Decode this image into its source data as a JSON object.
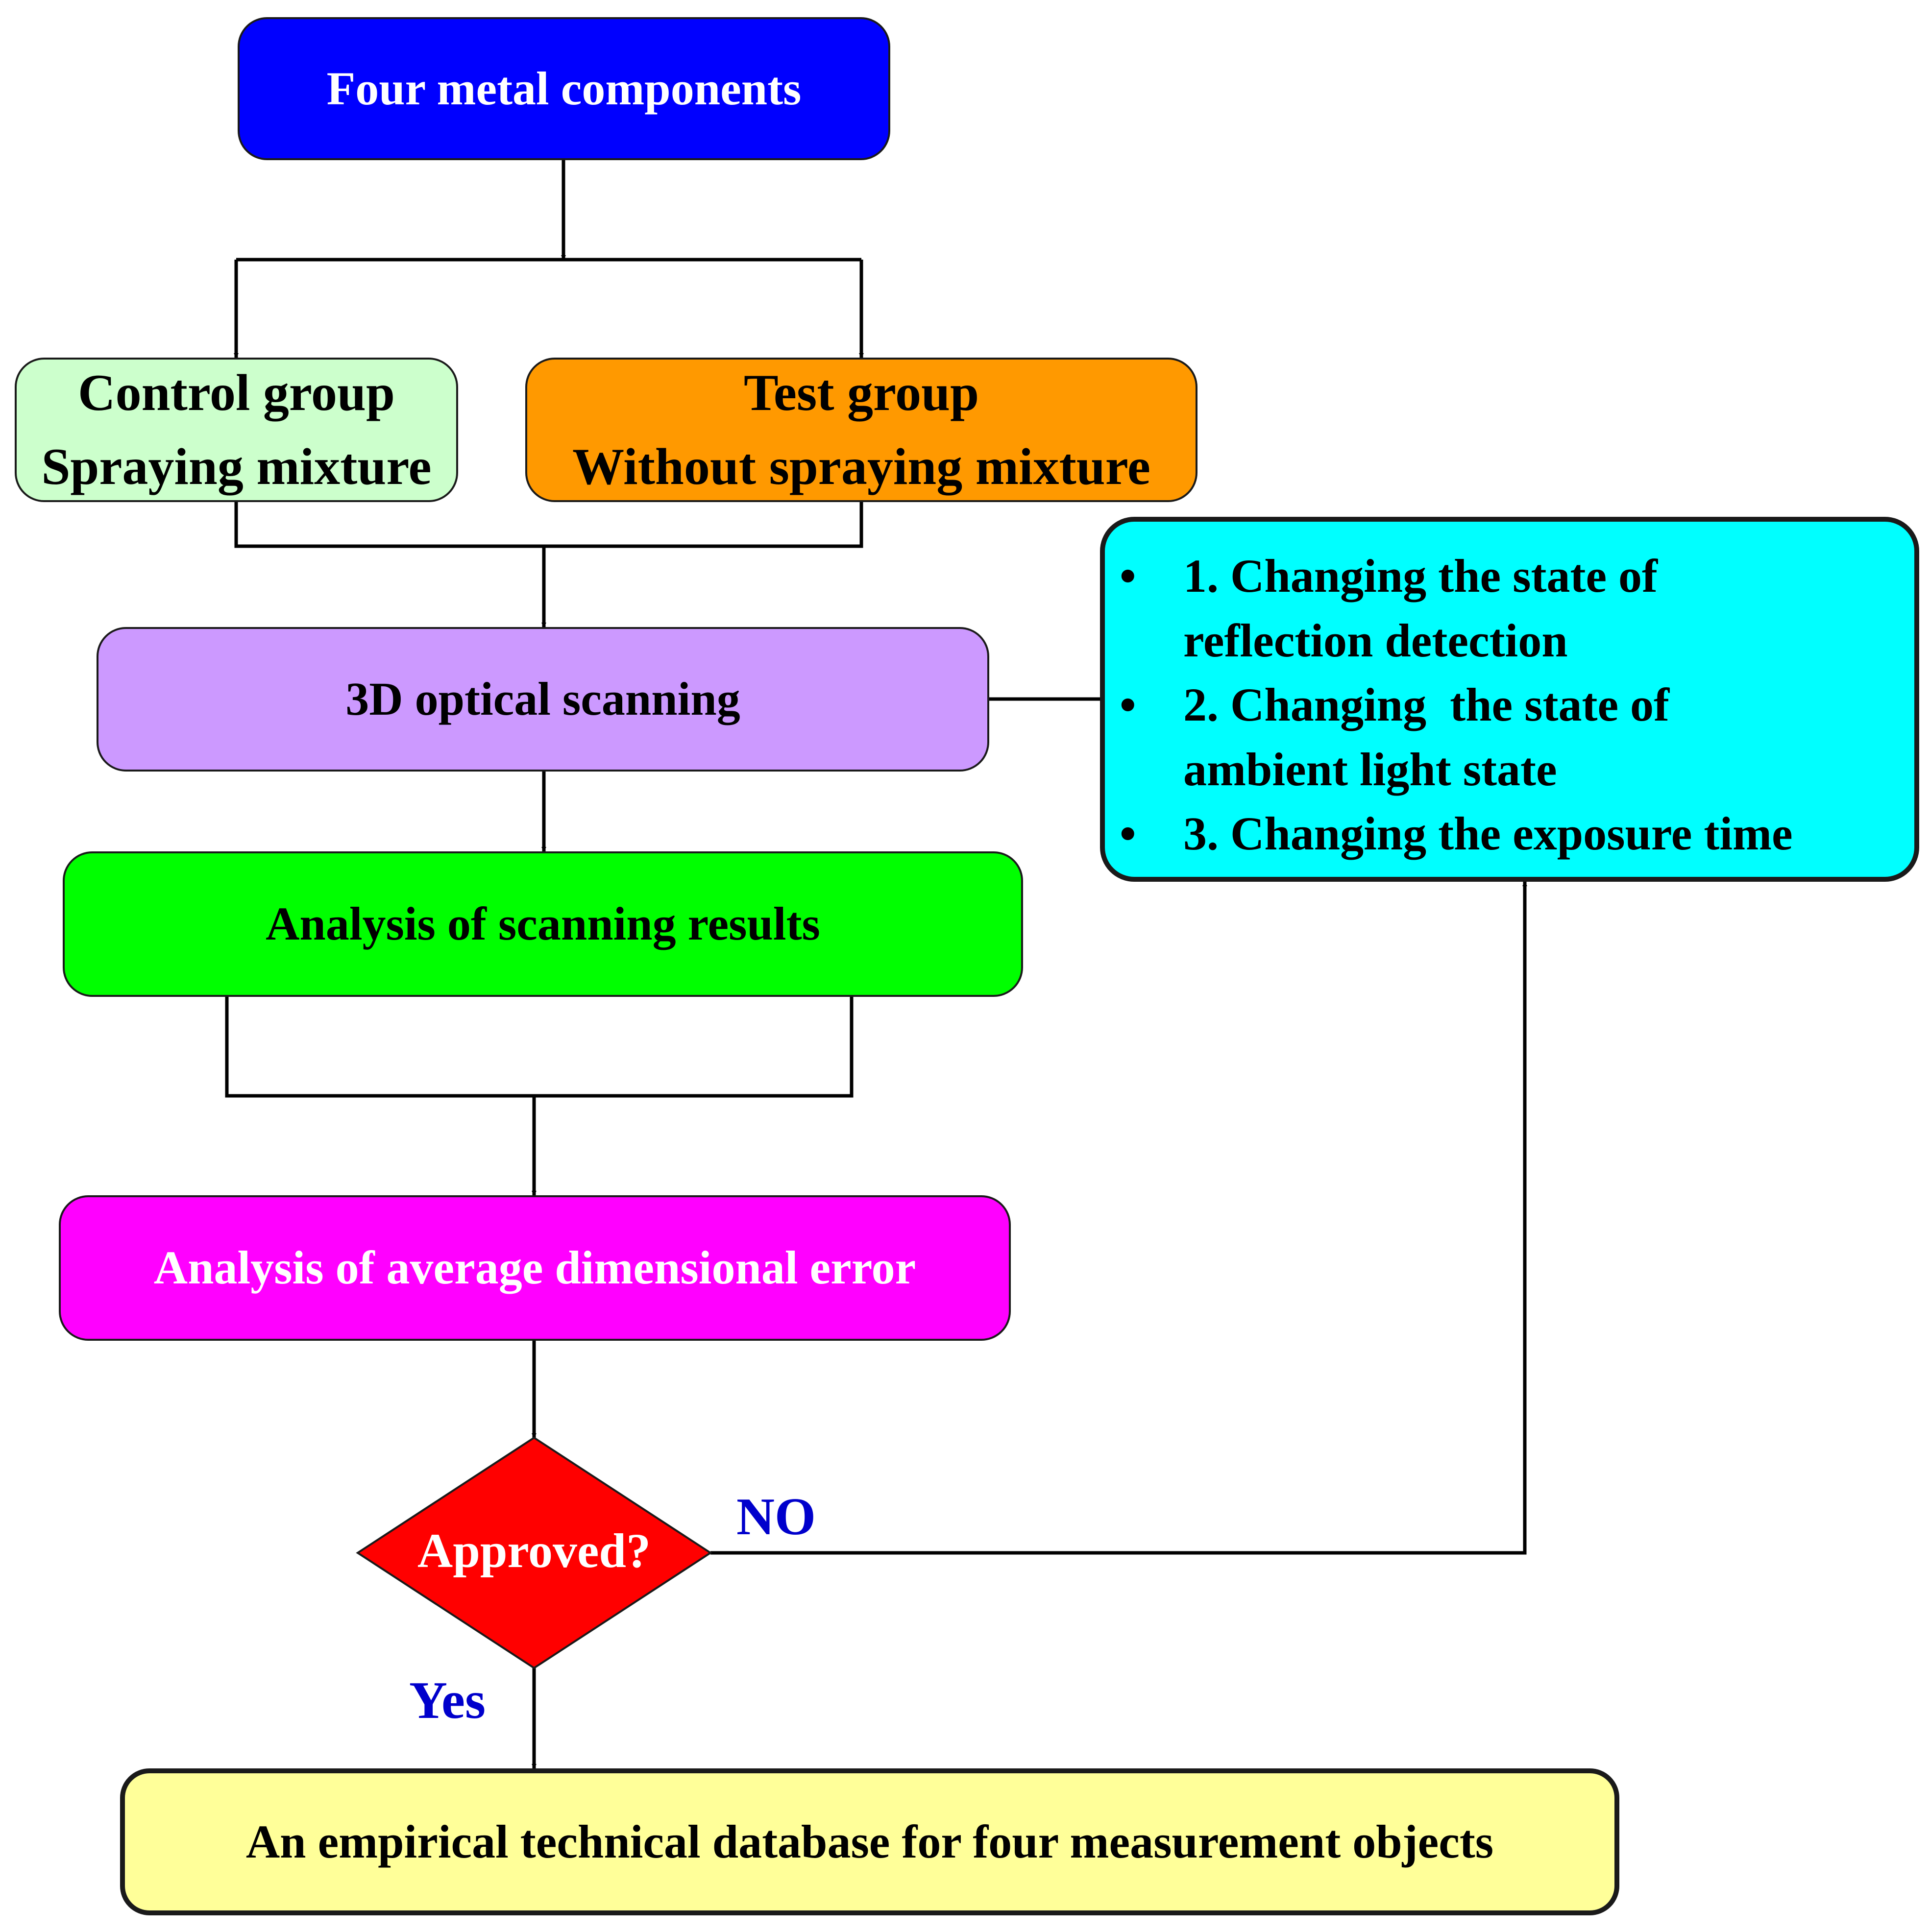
{
  "colors": {
    "top": "#0000ff",
    "control": "#ccffcc",
    "test": "#ff9900",
    "scan": "#cc99ff",
    "analysis": "#00ff00",
    "error": "#ff00ff",
    "decision": "#ff0000",
    "changes": "#00ffff",
    "database": "#ffff99",
    "edge_label": "#0000cc",
    "line": "#000000"
  },
  "nodes": {
    "top": {
      "text": "Four metal components"
    },
    "control": {
      "line1": "Control group",
      "line2": "Spraying mixture"
    },
    "test": {
      "line1": "Test group",
      "line2": "Without spraying mixture"
    },
    "scan": {
      "text": "3D optical scanning"
    },
    "analysis": {
      "text": "Analysis of scanning results"
    },
    "error": {
      "text": "Analysis of average dimensional error"
    },
    "decision": {
      "text": "Approved?"
    },
    "database": {
      "text": "An empirical technical database for four measurement objects"
    },
    "changes": {
      "bullet": "•",
      "items": [
        {
          "line1": "1. Changing the state of",
          "line2": "reflection detection"
        },
        {
          "line1": "2. Changing  the state of",
          "line2": "ambient light state"
        },
        {
          "line1": "3. Changing the exposure time",
          "line2": ""
        }
      ]
    }
  },
  "edges": {
    "no_label": "NO",
    "yes_label": "Yes"
  }
}
